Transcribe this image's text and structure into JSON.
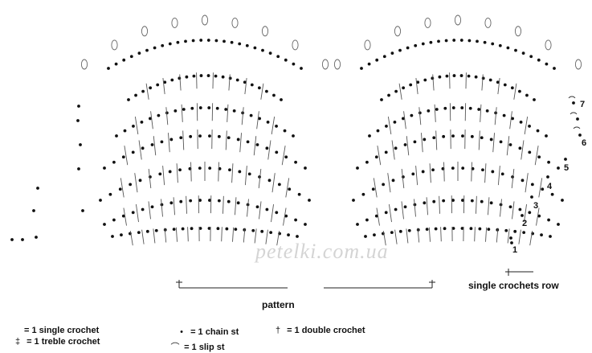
{
  "watermark": "petelki.com.ua",
  "labels": {
    "pattern": "pattern",
    "single_crochets_row": "single crochets row"
  },
  "row_numbers": [
    "1",
    "2",
    "3",
    "4",
    "5",
    "6",
    "7"
  ],
  "legend": [
    {
      "symbol": "=",
      "text": "= 1 single crochet"
    },
    {
      "symbol": "‡",
      "text": "= 1 treble crochet"
    },
    {
      "symbol": "•",
      "text": "= 1 chain st"
    },
    {
      "symbol": "⌒",
      "text": "= 1 slip st"
    },
    {
      "symbol": "†",
      "text": "= 1 double crochet"
    }
  ]
}
